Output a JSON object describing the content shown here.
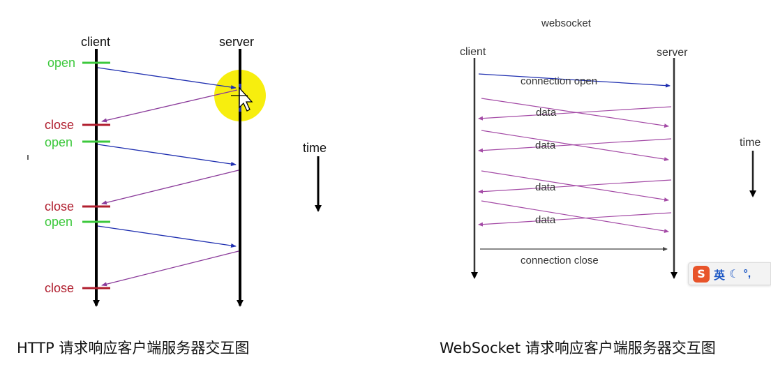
{
  "http": {
    "client_label": "client",
    "server_label": "server",
    "time_label": "time",
    "open_label": "open",
    "close_label": "close",
    "caption": "HTTP 请求响应客户端服务器交互图",
    "colors": {
      "open": "#3cc83c",
      "close": "#b01e2e",
      "request_arrow": "#1f2fb0",
      "response_arrow": "#8a3a9a",
      "cursor_highlight": "#f7ee0e"
    }
  },
  "websocket": {
    "title": "websocket",
    "client_label": "client",
    "server_label": "server",
    "time_label": "time",
    "connection_open_label": "connection open",
    "data_label": "data",
    "connection_close_label": "connection close",
    "caption": "WebSocket 请求响应客户端服务器交互图",
    "colors": {
      "client_to_server": "#1f2fb0",
      "data_arrows": "#a44ba6",
      "close_arrow": "#555555"
    }
  },
  "ime_toolbar": {
    "logo_text": "S",
    "mode_label": "英",
    "moon_icon": "moon-icon",
    "punctuation_icon": "punctuation-icon"
  }
}
